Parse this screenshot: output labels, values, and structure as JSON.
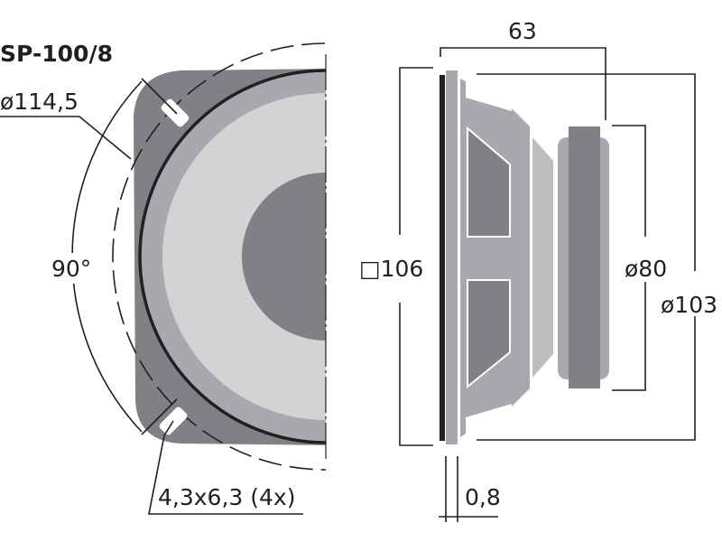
{
  "title": "SP-100/8",
  "front_view": {
    "mount_circle_dim": "ø114,5",
    "angle_dim": "90°",
    "slot_dim": "4,3x6,3 (4x)"
  },
  "side_view": {
    "depth_dim": "63",
    "frame_dim": "□106",
    "magnet_dim": "ø80",
    "cutout_dim": "ø103",
    "flange_dim": "0,8"
  },
  "colors": {
    "frame": "#808184",
    "surround": "#a7a9ac",
    "cone": "#d1d3d4",
    "dustcap": "#808184",
    "line": "#231f20"
  }
}
